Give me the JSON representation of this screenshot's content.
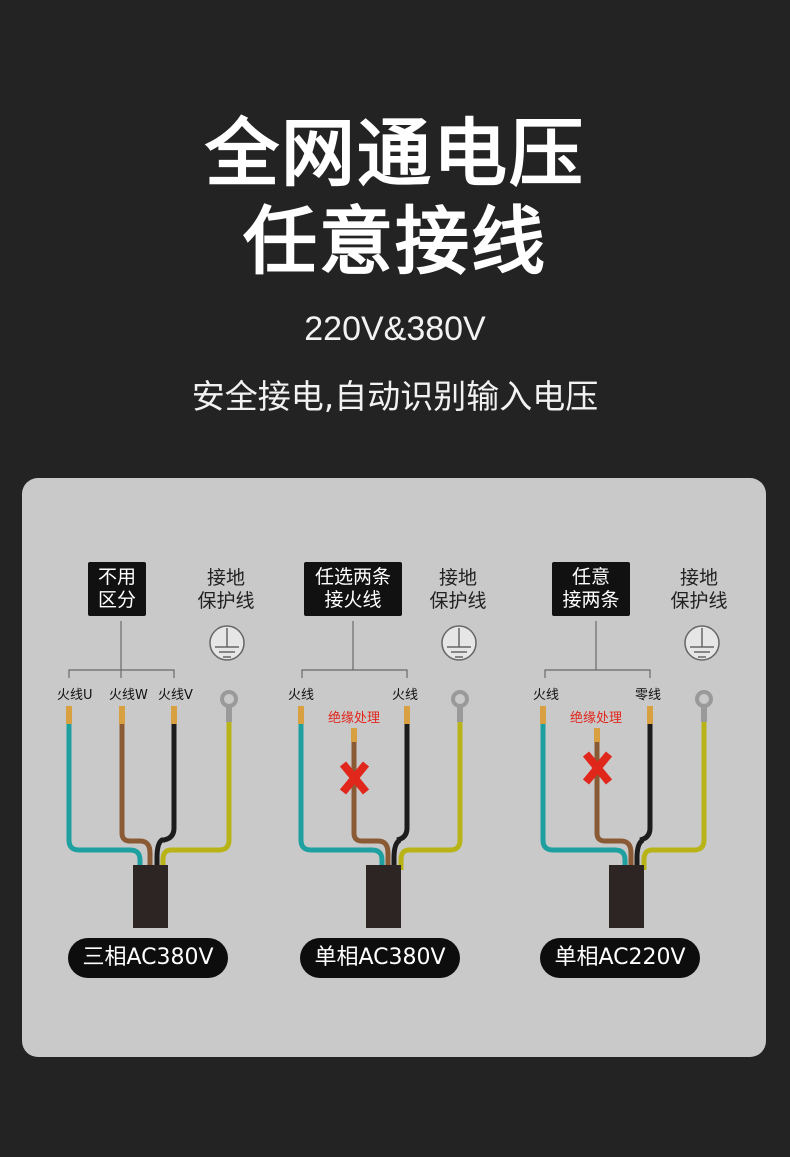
{
  "header": {
    "title_line1": "全网通电压",
    "title_line2": "任意接线",
    "voltage": "220V&380V",
    "tagline": "安全接电,自动识别输入电压"
  },
  "diagrams": [
    {
      "note_line1": "不用",
      "note_line2": "区分",
      "ground_line1": "接地",
      "ground_line2": "保护线",
      "wire_labels": [
        "火线U",
        "火线W",
        "火线V"
      ],
      "caption": "三相AC380V"
    },
    {
      "note_line1": "任选两条",
      "note_line2": "接火线",
      "ground_line1": "接地",
      "ground_line2": "保护线",
      "wire_labels": [
        "火线",
        "火线"
      ],
      "insulation": "绝缘处理",
      "caption": "单相AC380V"
    },
    {
      "note_line1": "任意",
      "note_line2": "接两条",
      "ground_line1": "接地",
      "ground_line2": "保护线",
      "wire_labels": [
        "火线",
        "零线"
      ],
      "insulation": "绝缘处理",
      "caption": "单相AC220V"
    }
  ],
  "colors": {
    "background": "#232323",
    "panel": "#c9c9c9",
    "wire_teal": "#1fa0a0",
    "wire_brown": "#8a5a35",
    "wire_black": "#1c1c1c",
    "wire_ground": "#b8b418",
    "cross": "#e1261c"
  }
}
